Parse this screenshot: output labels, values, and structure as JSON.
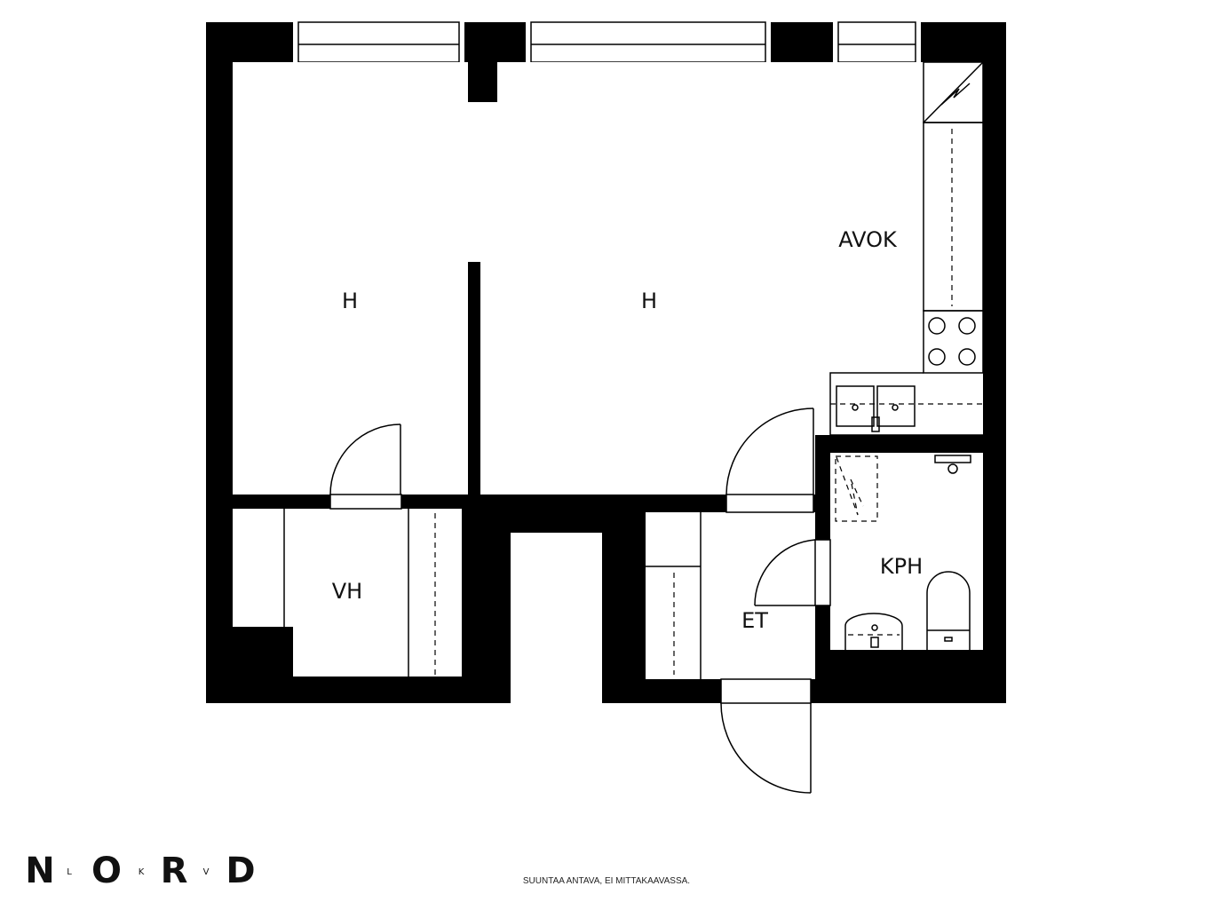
{
  "rooms": {
    "bedroom": "H",
    "living": "H",
    "kitchen": "AVOK",
    "closet": "VH",
    "hall": "ET",
    "bathroom": "KPH"
  },
  "logo": {
    "letters": [
      "N",
      "O",
      "R",
      "D"
    ],
    "small_letters": [
      "L",
      "K",
      "V"
    ]
  },
  "footer_note": "SUUNTAA ANTAVA, EI MITTAKAAVASSA."
}
